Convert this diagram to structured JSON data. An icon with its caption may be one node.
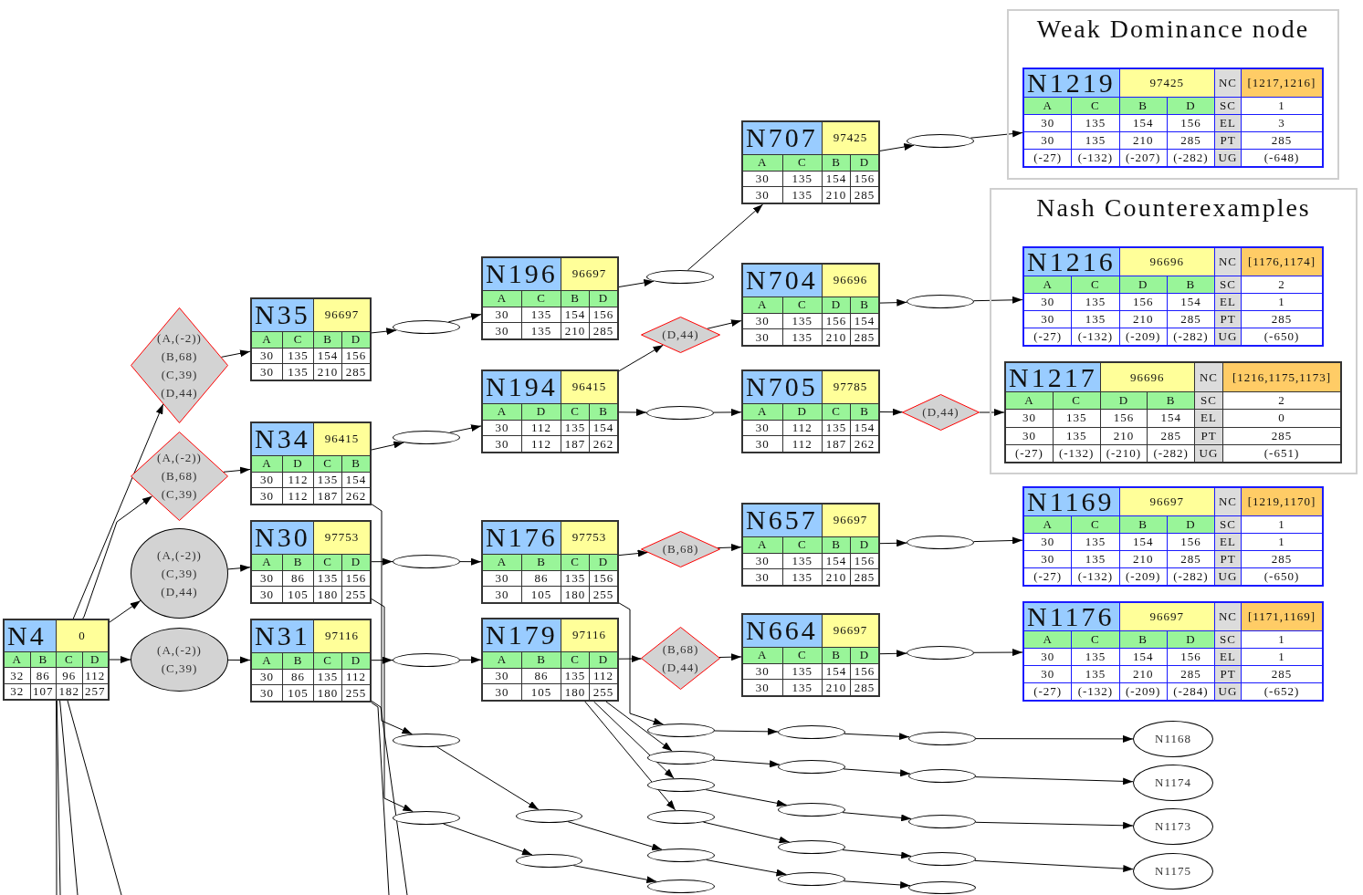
{
  "diagram": {
    "nodes": [
      {
        "text": [
          "N4",
          "0",
          "A",
          "B",
          "C",
          "D",
          "32",
          "86",
          "96",
          "112",
          "32",
          "107",
          "182",
          "257"
        ]
      },
      {
        "text": [
          "(A,(-2))",
          "(B,68)",
          "(C,39)",
          "(D,44)"
        ]
      },
      {
        "text": [
          "(A,(-2))",
          "(B,68)",
          "(C,39)"
        ]
      },
      {
        "text": [
          "(A,(-2))",
          "(C,39)",
          "(D,44)"
        ]
      },
      {
        "text": [
          "(A,(-2))",
          "(C,39)"
        ]
      },
      {
        "text": [
          "N35",
          "96697",
          "A",
          "C",
          "B",
          "D",
          "30",
          "135",
          "154",
          "156",
          "30",
          "135",
          "210",
          "285"
        ]
      },
      {
        "text": [
          "N34",
          "96415",
          "A",
          "D",
          "C",
          "B",
          "30",
          "112",
          "135",
          "154",
          "30",
          "112",
          "187",
          "262"
        ]
      },
      {
        "text": [
          "N30",
          "97753",
          "A",
          "B",
          "C",
          "D",
          "30",
          "86",
          "135",
          "156",
          "30",
          "105",
          "180",
          "255"
        ]
      },
      {
        "text": [
          "N31",
          "97116",
          "A",
          "B",
          "C",
          "D",
          "30",
          "86",
          "135",
          "112",
          "30",
          "105",
          "180",
          "255"
        ]
      },
      {
        "text": [],
        "shape": "ellipse"
      },
      {
        "text": [],
        "shape": "ellipse"
      },
      {
        "text": [],
        "shape": "ellipse"
      },
      {
        "text": [],
        "shape": "ellipse"
      },
      {
        "text": [],
        "shape": "ellipse"
      },
      {
        "text": [],
        "shape": "ellipse"
      },
      {
        "text": [
          "N196",
          "96697",
          "A",
          "C",
          "B",
          "D",
          "30",
          "135",
          "154",
          "156",
          "30",
          "135",
          "210",
          "285"
        ]
      },
      {
        "text": [
          "N194",
          "96415",
          "A",
          "D",
          "C",
          "B",
          "30",
          "112",
          "135",
          "154",
          "30",
          "112",
          "187",
          "262"
        ]
      },
      {
        "text": [
          "N176",
          "97753",
          "A",
          "B",
          "C",
          "D",
          "30",
          "86",
          "135",
          "156",
          "30",
          "105",
          "180",
          "255"
        ]
      },
      {
        "text": [
          "N179",
          "97116",
          "A",
          "B",
          "C",
          "D",
          "30",
          "86",
          "135",
          "112",
          "30",
          "105",
          "180",
          "255"
        ]
      },
      {
        "text": [],
        "shape": "ellipse"
      },
      {
        "text": [],
        "shape": "ellipse"
      },
      {
        "text": [],
        "shape": "ellipse"
      },
      {
        "text": [
          "(D,44)"
        ]
      },
      {
        "text": [],
        "shape": "ellipse"
      },
      {
        "text": [
          "(B,68)"
        ]
      },
      {
        "text": [
          "(B,68)",
          "(D,44)"
        ]
      },
      {
        "text": [],
        "shape": "ellipse"
      },
      {
        "text": [],
        "shape": "ellipse"
      },
      {
        "text": [],
        "shape": "ellipse"
      },
      {
        "text": [],
        "shape": "ellipse"
      },
      {
        "text": [],
        "shape": "ellipse"
      },
      {
        "text": [],
        "shape": "ellipse"
      },
      {
        "text": [
          "N707",
          "97425",
          "A",
          "C",
          "B",
          "D",
          "30",
          "135",
          "154",
          "156",
          "30",
          "135",
          "210",
          "285"
        ]
      },
      {
        "text": [
          "N704",
          "96696",
          "A",
          "C",
          "D",
          "B",
          "30",
          "135",
          "156",
          "154",
          "30",
          "135",
          "210",
          "285"
        ]
      },
      {
        "text": [
          "N705",
          "97785",
          "A",
          "D",
          "C",
          "B",
          "30",
          "112",
          "135",
          "154",
          "30",
          "112",
          "187",
          "262"
        ]
      },
      {
        "text": [
          "N657",
          "96697",
          "A",
          "C",
          "B",
          "D",
          "30",
          "135",
          "154",
          "156",
          "30",
          "135",
          "210",
          "285"
        ]
      },
      {
        "text": [
          "N664",
          "96697",
          "A",
          "C",
          "B",
          "D",
          "30",
          "135",
          "154",
          "156",
          "30",
          "135",
          "210",
          "285"
        ]
      },
      {
        "text": [],
        "shape": "ellipse"
      },
      {
        "text": [],
        "shape": "ellipse"
      },
      {
        "text": [],
        "shape": "ellipse"
      },
      {
        "text": [],
        "shape": "ellipse"
      },
      {
        "text": [],
        "shape": "ellipse"
      },
      {
        "text": [],
        "shape": "ellipse"
      },
      {
        "text": [],
        "shape": "ellipse"
      },
      {
        "text": [
          "(D,44)"
        ]
      },
      {
        "text": [],
        "shape": "ellipse"
      },
      {
        "text": [],
        "shape": "ellipse"
      },
      {
        "text": [],
        "shape": "ellipse"
      },
      {
        "text": [],
        "shape": "ellipse"
      },
      {
        "text": [],
        "shape": "ellipse"
      },
      {
        "text": [],
        "shape": "ellipse"
      },
      {
        "text": [],
        "shape": "ellipse"
      },
      {
        "text": [
          "Weak Dominance node"
        ]
      },
      {
        "text": [
          "N1219",
          "97425",
          "NC",
          "[1217,1216]",
          "A",
          "C",
          "B",
          "D",
          "SC",
          "1",
          "30",
          "135",
          "154",
          "156",
          "EL",
          "3",
          "30",
          "135",
          "210",
          "285",
          "PT",
          "285",
          "(-27)",
          "(-132)",
          "(-207)",
          "(-282)",
          "UG",
          "(-648)"
        ],
        "in": 52
      },
      {
        "text": [
          "Nash Counterexamples"
        ]
      },
      {
        "text": [
          "N1216",
          "96696",
          "NC",
          "[1176,1174]",
          "A",
          "C",
          "D",
          "B",
          "SC",
          "2",
          "30",
          "135",
          "156",
          "154",
          "EL",
          "1",
          "30",
          "135",
          "210",
          "285",
          "PT",
          "285",
          "(-27)",
          "(-132)",
          "(-209)",
          "(-282)",
          "UG",
          "(-650)"
        ],
        "in": 54
      },
      {
        "text": [
          "N1217",
          "96696",
          "NC",
          "[1216,1175,1173]",
          "A",
          "C",
          "D",
          "B",
          "SC",
          "2",
          "30",
          "135",
          "156",
          "154",
          "EL",
          "0",
          "30",
          "135",
          "210",
          "285",
          "PT",
          "285",
          "(-27)",
          "(-132)",
          "(-210)",
          "(-282)",
          "UG",
          "(-651)"
        ],
        "in": 54
      },
      {
        "text": [
          "N1169",
          "96697",
          "NC",
          "[1219,1170]",
          "A",
          "C",
          "B",
          "D",
          "SC",
          "1",
          "30",
          "135",
          "154",
          "156",
          "EL",
          "1",
          "30",
          "135",
          "210",
          "285",
          "PT",
          "285",
          "(-27)",
          "(-132)",
          "(-209)",
          "(-282)",
          "UG",
          "(-650)"
        ]
      },
      {
        "text": [
          "N1176",
          "96697",
          "NC",
          "[1171,1169]",
          "A",
          "C",
          "B",
          "D",
          "SC",
          "1",
          "30",
          "135",
          "154",
          "156",
          "EL",
          "1",
          "30",
          "135",
          "210",
          "285",
          "PT",
          "285",
          "(-27)",
          "(-132)",
          "(-209)",
          "(-284)",
          "UG",
          "(-652)"
        ]
      },
      {
        "text": [
          "N1168"
        ]
      },
      {
        "text": [
          "N1174"
        ]
      },
      {
        "text": [
          "N1173"
        ]
      },
      {
        "text": [
          "N1175"
        ]
      }
    ],
    "edges": [
      {
        "from": 0,
        "to": 1,
        "arrow": "to"
      },
      {
        "from": 0,
        "to": 2,
        "arrow": "to"
      },
      {
        "from": 0,
        "to": 3,
        "arrow": "to"
      },
      {
        "from": 0,
        "to": 4,
        "arrow": "to"
      },
      {
        "from": 1,
        "to": 5,
        "arrow": "to"
      },
      {
        "from": 2,
        "to": 6,
        "arrow": "to"
      },
      {
        "from": 3,
        "to": 7,
        "arrow": "to"
      },
      {
        "from": 4,
        "to": 8,
        "arrow": "to"
      },
      {
        "from": 5,
        "to": 9,
        "arrow": "to"
      },
      {
        "from": 9,
        "to": 15,
        "arrow": "to"
      },
      {
        "from": 6,
        "to": 10,
        "arrow": "to"
      },
      {
        "from": 10,
        "to": 16,
        "arrow": "to"
      },
      {
        "from": 7,
        "to": 11,
        "arrow": "to"
      },
      {
        "from": 11,
        "to": 17,
        "arrow": "to"
      },
      {
        "from": 8,
        "to": 12,
        "arrow": "to"
      },
      {
        "from": 12,
        "to": 18,
        "arrow": "to"
      },
      {
        "from": 6,
        "to": 13,
        "arrow": "to"
      },
      {
        "from": 7,
        "to": 14,
        "arrow": "to"
      },
      {
        "from": 13,
        "to": 19,
        "arrow": "to"
      },
      {
        "from": 14,
        "to": 20,
        "arrow": "to"
      },
      {
        "from": 15,
        "to": 21,
        "arrow": "to"
      },
      {
        "from": 21,
        "to": 32,
        "arrow": "to"
      },
      {
        "from": 16,
        "to": 22,
        "arrow": "to"
      },
      {
        "from": 22,
        "to": 33,
        "arrow": "to"
      },
      {
        "from": 16,
        "to": 23,
        "arrow": "to"
      },
      {
        "from": 23,
        "to": 34,
        "arrow": "to"
      },
      {
        "from": 17,
        "to": 24,
        "arrow": "to"
      },
      {
        "from": 24,
        "to": 35,
        "arrow": "to"
      },
      {
        "from": 18,
        "to": 25,
        "arrow": "to"
      },
      {
        "from": 25,
        "to": 36,
        "arrow": "to"
      },
      {
        "from": 17,
        "to": 26,
        "arrow": "to"
      },
      {
        "from": 18,
        "to": 27,
        "arrow": "to"
      },
      {
        "from": 18,
        "to": 28,
        "arrow": "to"
      },
      {
        "from": 18,
        "to": 29,
        "arrow": "to"
      },
      {
        "from": 19,
        "to": 30,
        "arrow": "to"
      },
      {
        "from": 20,
        "to": 31,
        "arrow": "to"
      },
      {
        "from": 26,
        "to": 37,
        "arrow": "to"
      },
      {
        "from": 27,
        "to": 38,
        "arrow": "to"
      },
      {
        "from": 28,
        "to": 39,
        "arrow": "to"
      },
      {
        "from": 29,
        "to": 40,
        "arrow": "to"
      },
      {
        "from": 30,
        "to": 41,
        "arrow": "to"
      },
      {
        "from": 37,
        "to": 47,
        "arrow": "to"
      },
      {
        "from": 38,
        "to": 48,
        "arrow": "to"
      },
      {
        "from": 39,
        "to": 49,
        "arrow": "to"
      },
      {
        "from": 40,
        "to": 50,
        "arrow": "to"
      },
      {
        "from": 41,
        "to": 51,
        "arrow": "to"
      },
      {
        "from": 47,
        "to": 59,
        "arrow": "to"
      },
      {
        "from": 48,
        "to": 60,
        "arrow": "to"
      },
      {
        "from": 49,
        "to": 61,
        "arrow": "to"
      },
      {
        "from": 50,
        "to": 62,
        "arrow": "to"
      },
      {
        "from": 32,
        "to": 42,
        "arrow": "to"
      },
      {
        "from": 42,
        "to": 53,
        "arrow": "to"
      },
      {
        "from": 33,
        "to": 43,
        "arrow": "to"
      },
      {
        "from": 43,
        "to": 55,
        "arrow": "to"
      },
      {
        "from": 34,
        "to": 44,
        "arrow": "to"
      },
      {
        "from": 44,
        "to": 56,
        "arrow": "to"
      },
      {
        "from": 35,
        "to": 45,
        "arrow": "to"
      },
      {
        "from": 45,
        "to": 57,
        "arrow": "to"
      },
      {
        "from": 36,
        "to": 46,
        "arrow": "to"
      },
      {
        "from": 46,
        "to": 58,
        "arrow": "to"
      },
      {
        "from": 0,
        "to": null,
        "arrow": "none"
      },
      {
        "from": 0,
        "to": null,
        "arrow": "none"
      },
      {
        "from": 0,
        "to": null,
        "arrow": "none"
      },
      {
        "from": 0,
        "to": null,
        "arrow": "none"
      },
      {
        "from": 8,
        "to": null,
        "arrow": "none"
      },
      {
        "from": 8,
        "to": null,
        "arrow": "none"
      }
    ]
  }
}
